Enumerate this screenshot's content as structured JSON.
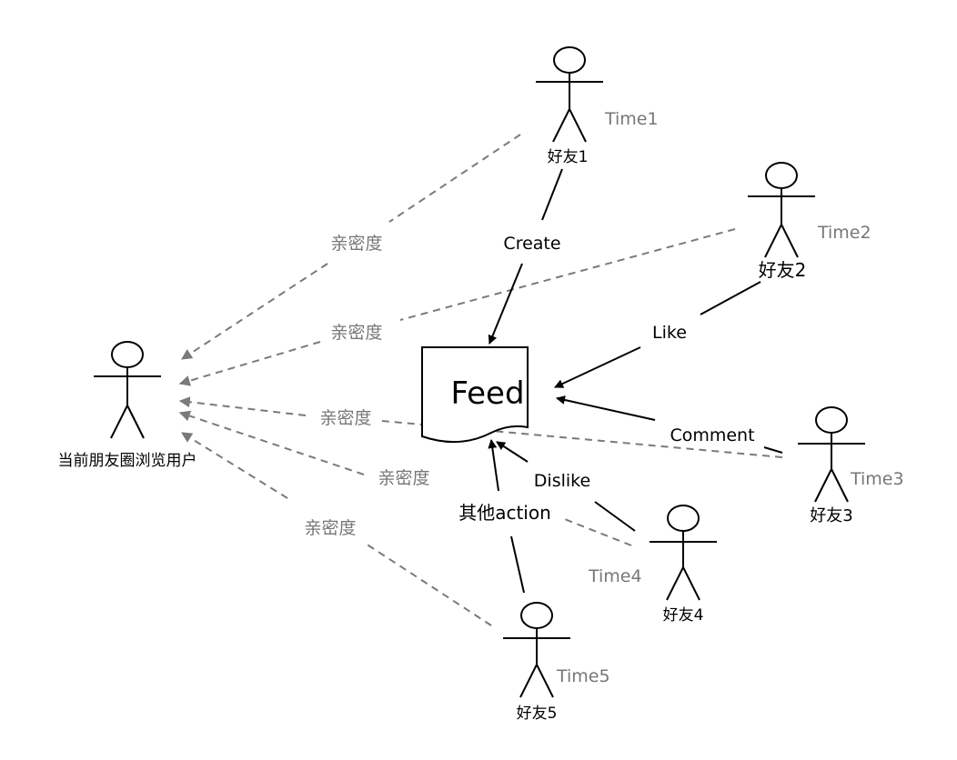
{
  "feed": {
    "label": "Feed"
  },
  "viewer": {
    "label": "当前朋友圈浏览用户"
  },
  "friends": [
    {
      "label": "好友1",
      "time": "Time1",
      "action": "Create"
    },
    {
      "label": "好友2",
      "time": "Time2",
      "action": "Like"
    },
    {
      "label": "好友3",
      "time": "Time3",
      "action": "Comment"
    },
    {
      "label": "好友4",
      "time": "Time4",
      "action": "Dislike"
    },
    {
      "label": "好友5",
      "time": "Time5",
      "action": "其他action"
    }
  ],
  "affinity": [
    {
      "label": "亲密度"
    },
    {
      "label": "亲密度"
    },
    {
      "label": "亲密度"
    },
    {
      "label": "亲密度"
    },
    {
      "label": "亲密度"
    }
  ],
  "colors": {
    "solid_line": "#000000",
    "dashed_line": "#7a7a7a",
    "gray_text": "#777777"
  }
}
